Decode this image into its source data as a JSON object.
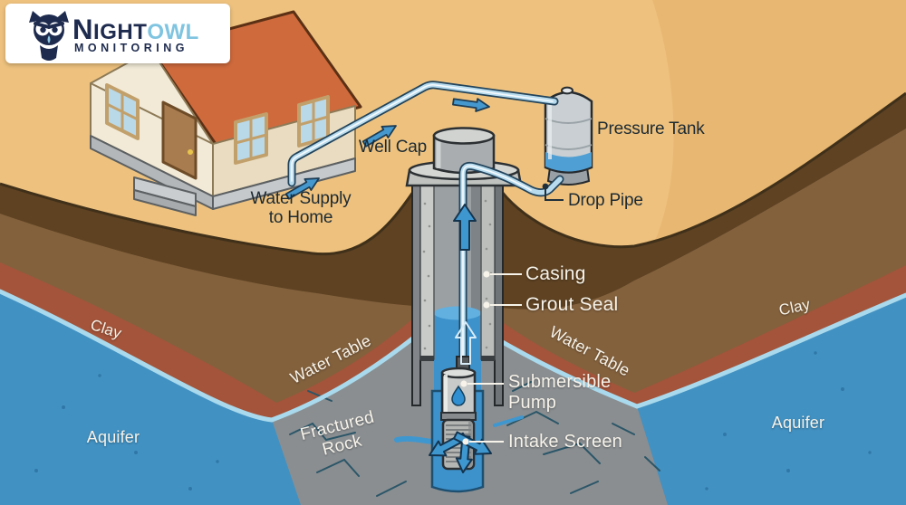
{
  "logo": {
    "brand_night": "Night",
    "brand_owl": "Owl",
    "subtitle": "MONITORING"
  },
  "labels": {
    "well_cap": "Well Cap",
    "water_supply_line1": "Water Supply",
    "water_supply_line2": "to Home",
    "pressure_tank": "Pressure Tank",
    "drop_pipe": "Drop Pipe",
    "casing": "Casing",
    "grout_seal": "Grout Seal",
    "submersible_line1": "Submersible",
    "submersible_line2": "Pump",
    "intake_screen": "Intake Screen",
    "water_table_left": "Water Table",
    "water_table_right": "Water Table",
    "clay_left": "Clay",
    "clay_right": "Clay",
    "aquifer_left": "Aquifer",
    "aquifer_right": "Aquifer",
    "fractured_line1": "Fractured",
    "fractured_line2": "Rock"
  },
  "colors": {
    "surface_tan": "#ecc17c",
    "dark_soil": "#5e4222",
    "medium_soil": "#83613d",
    "clay": "#a3543a",
    "aquifer_blue": "#4191c2",
    "water_table_line": "#a9d9ec",
    "fractured_rock": "#8a8e91",
    "crack_teal": "#2b5668",
    "flow_arrow_blue": "#3f97d0",
    "pipe_blue": "#b8dcee",
    "roof_orange": "#cf6a3c",
    "house_wall": "#f2ead7",
    "label_dark": "#1d2a33",
    "label_light": "#f7f3ea",
    "brand_navy": "#1e2b4e",
    "brand_sky": "#7fc4e0"
  }
}
